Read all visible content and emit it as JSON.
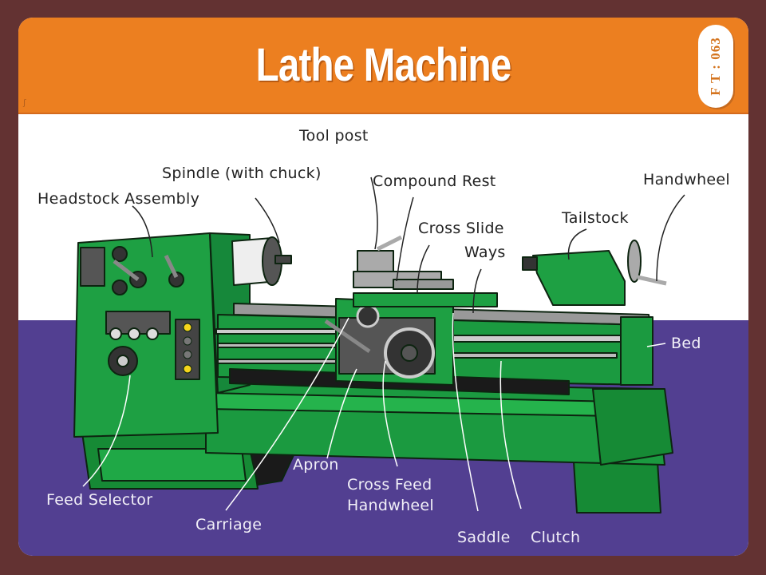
{
  "header": {
    "title": "Lathe Machine",
    "badge": "F T : 063",
    "colors": {
      "header_bg": "#ec7f20",
      "frame": "#633232",
      "upper_bg": "#ffffff",
      "lower_bg": "#523f91",
      "machine_green": "#1e9a3c"
    }
  },
  "diagram": {
    "subject": "Lathe machine",
    "labels": {
      "tool_post": "Tool post",
      "spindle": "Spindle (with chuck)",
      "headstock": "Headstock Assembly",
      "compound_rest": "Compound Rest",
      "handwheel": "Handwheel",
      "cross_slide": "Cross Slide",
      "tailstock": "Tailstock",
      "ways": "Ways",
      "bed": "Bed",
      "feed_selector": "Feed Selector",
      "apron": "Apron",
      "cross_feed_handwheel_line1": "Cross Feed",
      "cross_feed_handwheel_line2": "Handwheel",
      "carriage": "Carriage",
      "saddle": "Saddle",
      "clutch": "Clutch"
    }
  }
}
